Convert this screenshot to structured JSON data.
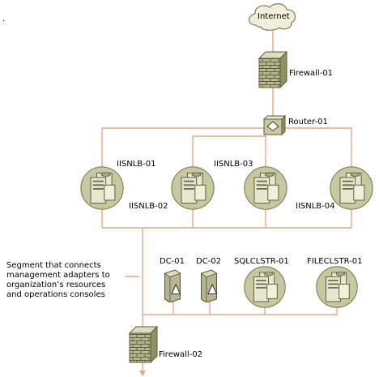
{
  "nodes": {
    "internet": "Internet",
    "firewall_01": "Firewall-01",
    "router_01": "Router-01",
    "iisnlb_01": "IISNLB-01",
    "iisnlb_02": "IISNLB-02",
    "iisnlb_03": "IISNLB-03",
    "iisnlb_04": "IISNLB-04",
    "dc_01": "DC-01",
    "dc_02": "DC-02",
    "sqlclstr_01": "SQLCLSTR-01",
    "fileclstr_01": "FILECLSTR-01",
    "firewall_02": "Firewall-02"
  },
  "annotation": {
    "lines": [
      "Segment that connects",
      "management adapters to",
      "organization’s resources",
      "and operations consoles"
    ]
  },
  "marker": ".",
  "colors": {
    "wire": "#e3a882",
    "cloud_fill": "#f3eedc",
    "server_fill": "#c8c8a0",
    "brick": "#8f8f62"
  }
}
